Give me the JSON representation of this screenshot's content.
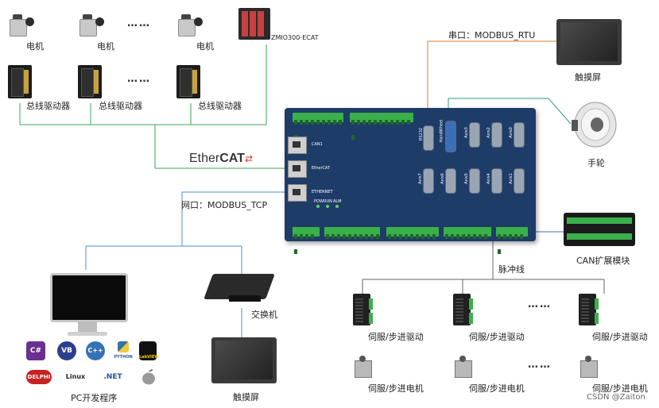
{
  "top_row": {
    "motor_labels": [
      "电机",
      "电机",
      "电机"
    ],
    "drive_labels": [
      "总线驱动器",
      "总线驱动器",
      "总线驱动器"
    ],
    "ellipsis": "……",
    "io_module": "ZMIO300-ECAT"
  },
  "ethercat": {
    "text_ether": "Ether",
    "text_cat": "CAT"
  },
  "controller": {
    "ports": [
      "CAN1",
      "EtherCAT",
      "ETHERNET"
    ],
    "leds": [
      "POW",
      "RUN",
      "ALM"
    ],
    "db_ports": [
      "RS232",
      "HandWheel",
      "Axis3",
      "Axis2",
      "Axis0",
      "Axis7",
      "Axis6",
      "Axis5",
      "Axis4",
      "Axis1"
    ]
  },
  "labels": {
    "serial": "串口：MODBUS_RTU",
    "network": "网口：MODBUS_TCP",
    "touch_top": "触摸屏",
    "handwheel": "手轮",
    "can_module": "CAN扩展模块",
    "pulse_line": "脉冲线",
    "switch": "交换机",
    "touch_bottom": "触摸屏",
    "pc_program": "PC开发程序"
  },
  "bottom_row": {
    "drive_labels": [
      "伺服/步进驱动",
      "伺服/步进驱动",
      "伺服/步进驱动"
    ],
    "motor_labels": [
      "伺服/步进电机",
      "伺服/步进电机",
      "伺服/步进电机"
    ],
    "ellipsis": "……"
  },
  "pc_logos": [
    "C#",
    "VB",
    "C++",
    "PYTHON",
    "LabVIEW",
    "DELPHI",
    "Linux",
    ".NET",
    "apple-icon"
  ],
  "watermark": "CSDN @Zaiton",
  "colors": {
    "ethercat": "#3aa55a",
    "serial": "#e07a2a",
    "network": "#4a8fd0",
    "handwheel": "#3aa55a",
    "can": "#4a6fa0",
    "pulse": "#555555"
  }
}
